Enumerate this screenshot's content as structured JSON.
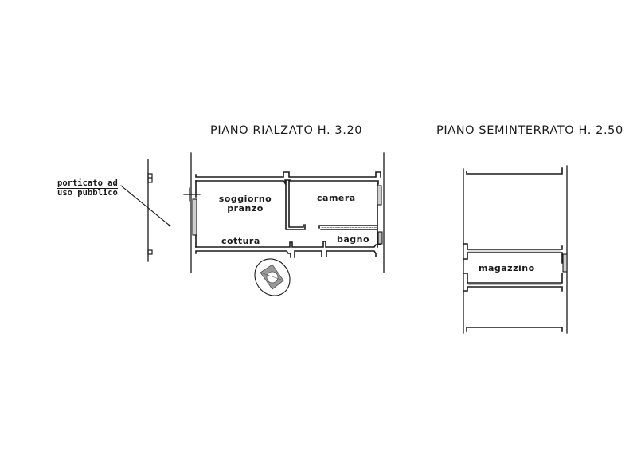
{
  "drawing": {
    "ground_floor": {
      "title": "PIANO RIALZATO H. 3.20",
      "rooms": [
        {
          "id": "soggiorno",
          "label_line1": "soggiorno",
          "label_line2": "pranzo"
        },
        {
          "id": "camera",
          "label": "camera"
        },
        {
          "id": "cottura",
          "label": "cottura"
        },
        {
          "id": "bagno",
          "label": "bagno"
        }
      ]
    },
    "basement": {
      "title": "PIANO SEMINTERRATO H. 2.50",
      "rooms": [
        {
          "id": "magazzino",
          "label": "magazzino"
        }
      ]
    },
    "callout": {
      "line1": "porticato ad",
      "line2": "uso pubblico"
    },
    "symbols": {
      "north_arrow": "compass-rose-icon"
    },
    "colors": {
      "ink": "#1a1a1a",
      "background": "#ffffff",
      "hatch": "#8a8a8a"
    }
  }
}
